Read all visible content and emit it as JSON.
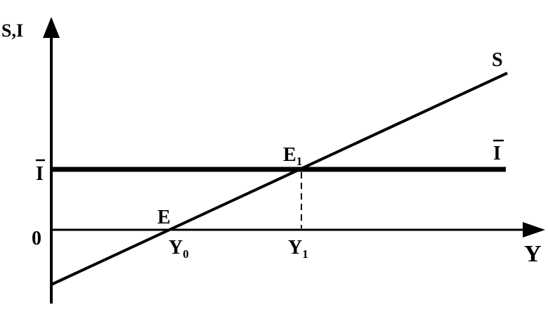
{
  "diagram": {
    "y_axis_label": "S,I",
    "x_axis_label": "Y",
    "origin_label": "0",
    "investment_tick_label": "I",
    "investment_line_label": "I",
    "saving_line_label": "S",
    "point_e_label": "E",
    "point_e1_label": "E",
    "point_e1_subscript": "1",
    "y0_label": "Y",
    "y0_subscript": "0",
    "y1_label": "Y",
    "y1_subscript": "1"
  },
  "colors": {
    "ink": "#000000",
    "background": "#ffffff"
  }
}
